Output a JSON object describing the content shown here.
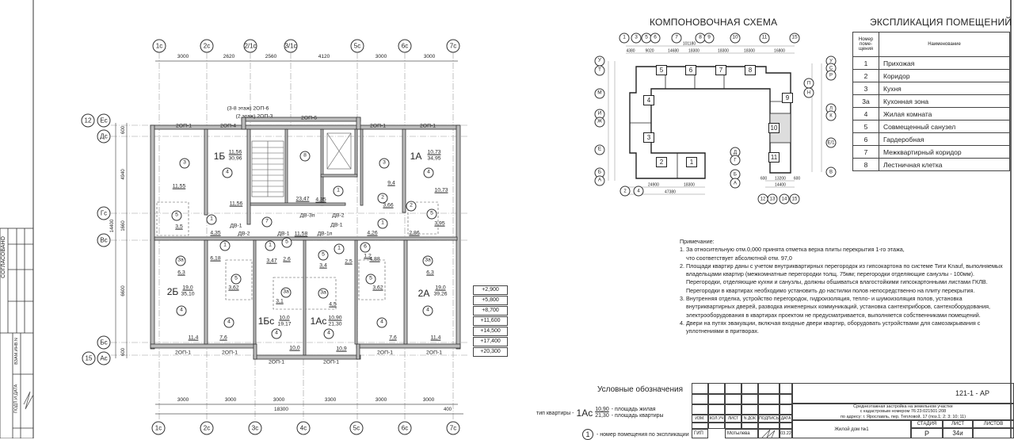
{
  "scheme": {
    "title": "КОМПОНОВОЧНАЯ СХЕМА",
    "blocks": [
      "1",
      "2",
      "3",
      "4",
      "5",
      "6",
      "7",
      "8",
      "9",
      "10",
      "11"
    ],
    "axes_top": [
      "1",
      "3",
      "5",
      "6",
      "7",
      "8",
      "9",
      "10",
      "11",
      "15"
    ],
    "axes_left": [
      "У",
      "Т",
      "М",
      "И",
      "Ж",
      "Е",
      "Б",
      "А"
    ],
    "axes_right": [
      "У",
      "С",
      "Р",
      "П",
      "Н",
      "Л",
      "К",
      "Е/1",
      "В"
    ],
    "axes_bottom": [
      "2",
      "4",
      "12",
      "13",
      "14",
      "15"
    ],
    "axes_mid": [
      "Д",
      "Г",
      "Б",
      "А"
    ],
    "dims": [
      "101180",
      "4380",
      "9020",
      "14680",
      "18300",
      "18300",
      "18300",
      "16800",
      "24900",
      "18300",
      "47380",
      "13200",
      "14400",
      "600",
      "600"
    ]
  },
  "explication": {
    "title": "ЭКСПЛИКАЦИЯ ПОМЕЩЕНИЙ",
    "col_num": "Номер поме-щения",
    "col_name": "Наименование",
    "rows": [
      {
        "num": "1",
        "name": "Прихожая"
      },
      {
        "num": "2",
        "name": "Коридор"
      },
      {
        "num": "3",
        "name": "Кухня"
      },
      {
        "num": "3а",
        "name": "Кухонная зона"
      },
      {
        "num": "4",
        "name": "Жилая комната"
      },
      {
        "num": "5",
        "name": "Совмещенный санузел"
      },
      {
        "num": "6",
        "name": "Гардеробная"
      },
      {
        "num": "7",
        "name": "Межквартирный коридор"
      },
      {
        "num": "8",
        "name": "Лестничная клетка"
      }
    ]
  },
  "notes": {
    "heading": "Примечание:",
    "lines": [
      "1. За относительную отм.0,000 принята отметка верха плиты перекрытия 1-го этажа,",
      "что соответствует абсолютной отм. 97,0",
      "2. Площади квартир даны с учетом внутриквартирных перегородок из гипсокартона по системе  Тиги Knauf, выполняемых",
      "владельцами квартир (межкомнатные перегородки толщ. 75мм; перегородки отделяющие санузлы - 100мм).",
      "Перегородки, отделяющие кухни и санузлы, должны обшиваться влагостойкими гипсокартонными листами ГКЛВ.",
      "Перегородки в квартирах  необходимо установить до настилки полов непосредственно на плиту перекрытия.",
      "3. Внутренняя отделка, устройство перегородок, гидроизоляция, тепло- и шумоизоляция полов, установка",
      "внутриквартирных дверей, разводка инженерных коммуникаций, установка сантехприборов, сантехоборудования,",
      "электрооборудования в  квартирах проектом не предусматривается, выполняется собственниками помещений.",
      "4. Двери на путях эвакуации, включая входные двери квартир, оборудовать устройствами для самозакрывания с",
      "уплотнениями в притворах."
    ]
  },
  "legend": {
    "title": "Условные обозначения",
    "apt_type_label": "тип квартиры -",
    "apt_type": "1Ас",
    "area_living": "10,90",
    "area_total": "21,30",
    "area_living_desc": "- площадь жилая",
    "area_total_desc": "- площадь квартиры",
    "room_num": "1",
    "room_num_desc": "- номер помещения по экспликации"
  },
  "title_block": {
    "code": "121-1 - АР",
    "project": "Среднеэтажная застройка на земельном участке",
    "project2": "с кадастровым номером 76:23:021501:208",
    "address": "по адресу: г. Ярославль, пер. Тепловой, 17 (поз.1; 2; 3; 10; 11)",
    "building": "Жилой дом №1",
    "cols": [
      "ИЗМ.",
      "КОЛ.УЧ",
      "ЛИСТ",
      "N ДОК",
      "ПОДПИСЬ",
      "ДАТА"
    ],
    "stage_label": "СТАДИЯ",
    "sheet_label": "ЛИСТ",
    "sheets_label": "ЛИСТОВ",
    "stage": "Р",
    "sheet": "34и",
    "role": "ГИП",
    "name": "Мотылева",
    "date": "03.22"
  },
  "side_stamp": {
    "agreed": "СОГЛАСОВАНО",
    "replace": "ВЗАМ.ИНВ.N",
    "sign_date": "ПОДП.И ДАТА"
  },
  "elevations": [
    "+2,900",
    "+5,800",
    "+8,700",
    "+11,600",
    "+14,500",
    "+17,400",
    "+20,300"
  ],
  "plan": {
    "axes_top": [
      "1с",
      "2с",
      "2/1с",
      "3/1с",
      "5с",
      "6с",
      "7с"
    ],
    "dims_top": [
      "3000",
      "2620",
      "2560",
      "4120",
      "3000",
      "3000"
    ],
    "axes_bottom": [
      "1с",
      "2с",
      "3с",
      "4с",
      "5с",
      "6с",
      "7с"
    ],
    "dims_bottom": [
      "3000",
      "3000",
      "3000",
      "3300",
      "3000",
      "3000"
    ],
    "dim_bottom_total": "18300",
    "dim_bottom_extra": "400",
    "axes_left": [
      "Ес",
      "Дс",
      "Гс",
      "Вс",
      "Бс",
      "Ас"
    ],
    "axes_left_extra": [
      "12",
      "15"
    ],
    "dims_left": [
      "600",
      "4940",
      "1660",
      "6600",
      "600"
    ],
    "dim_left_total": "14400",
    "labels": [
      "2ОП-1",
      "2ОП-4",
      "(3-8 этаж) 2ОП-6",
      "(2 этаж) 2ОП-3",
      "2ОП-6",
      "2ОП-1",
      "2ОП-1",
      "3",
      "4",
      "1Б",
      "11,56",
      "30,96",
      "8",
      "3",
      "1А",
      "10,73",
      "34,95",
      "4",
      "11,55",
      "5",
      "3,5",
      "1",
      "4,35",
      "11,56",
      "ДВ-1",
      "ДВ-2",
      "7",
      "23,47",
      "4,35",
      "1",
      "ДВ-3п",
      "ДВ-2",
      "ДВ-1",
      "ДВ-1",
      "11,58",
      "ДВ-1п",
      "9,4",
      "2",
      "3,66",
      "2",
      "10,73",
      "5",
      "3,95",
      "1",
      "4,26",
      "2,86",
      "1",
      "6,18",
      "5",
      "3,62",
      "3а",
      "6,3",
      "2Б",
      "19,0",
      "35,10",
      "4",
      "4",
      "11,4",
      "7,6",
      "1",
      "5",
      "3,47",
      "2,6",
      "3а",
      "3,1",
      "1Бс",
      "10,0",
      "19,17",
      "4",
      "10,0",
      "5",
      "1",
      "3,4",
      "2,5",
      "3а",
      "4,5",
      "1Ас",
      "10,90",
      "21,30",
      "4",
      "10,9",
      "6",
      "1,2",
      "4,88",
      "5",
      "3,62",
      "3а",
      "6,3",
      "2А",
      "19,0",
      "39,26",
      "4",
      "4",
      "11,4",
      "7,6",
      "2ОП-1",
      "2ОП-1",
      "2ОП-1",
      "2ОП-1",
      "2ОП-1",
      "2ОП-1"
    ]
  }
}
